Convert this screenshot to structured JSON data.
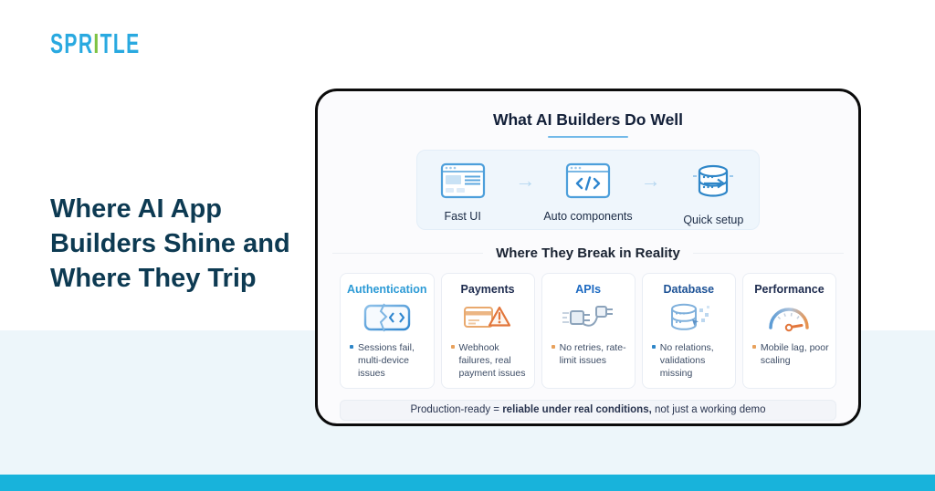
{
  "logo": {
    "prefix": "SPR",
    "accent": "I",
    "suffix": "TLE"
  },
  "hero": {
    "title_lines": [
      "Where AI App",
      "Builders Shine and",
      "Where They Trip"
    ]
  },
  "card": {
    "well": {
      "title": "What AI Builders Do Well",
      "arrow": "→",
      "items": [
        {
          "label": "Fast UI",
          "icon": "browser-ui-icon"
        },
        {
          "label": "Auto components",
          "icon": "code-window-icon"
        },
        {
          "label": "Quick setup",
          "icon": "database-setup-icon"
        }
      ]
    },
    "break": {
      "title": "Where They Break in Reality",
      "columns": [
        {
          "heading": "Authentication",
          "heading_style": "color:#2D9BD6",
          "icon": "broken-auth-icon",
          "bullet": "Sessions fail, multi-device issues",
          "marker_style": "background:#2E86C8"
        },
        {
          "heading": "Payments",
          "heading_style": "color:#1D2B4E",
          "icon": "payment-warning-icon",
          "bullet": "Webhook failures, real payment issues",
          "marker_style": "background:#E8A15C"
        },
        {
          "heading": "APIs",
          "heading_style": "color:#1D6AC2",
          "icon": "disconnected-plug-icon",
          "bullet": "No retries, rate-limit issues",
          "marker_style": "background:#E8A15C"
        },
        {
          "heading": "Database",
          "heading_style": "color:#1D5296",
          "icon": "database-pixel-icon",
          "bullet": "No relations, validations missing",
          "marker_style": "background:#2E86C8"
        },
        {
          "heading": "Performance",
          "heading_style": "color:#1D2B4E",
          "icon": "speed-gauge-icon",
          "bullet": "Mobile lag, poor scaling",
          "marker_style": "background:#E8A15C"
        }
      ]
    },
    "footer": {
      "prefix": "Production-ready = ",
      "bold": "reliable under real conditions,",
      "suffix": " not just a working demo"
    }
  },
  "colors": {
    "brand_blue": "#29A9E0",
    "brand_green": "#7DC242",
    "heading_teal": "#0D3A52",
    "card_border": "#0B0B0B",
    "card_bg": "#FBFBFD",
    "panel_blue": "#EFF6FC",
    "underline_blue": "#72B9E9",
    "band_light": "#EDF6FA",
    "band_cyan": "#18B3DB",
    "bullet_blue": "#2E86C8",
    "bullet_orange": "#E8A15C",
    "warning_orange": "#E2763B"
  }
}
